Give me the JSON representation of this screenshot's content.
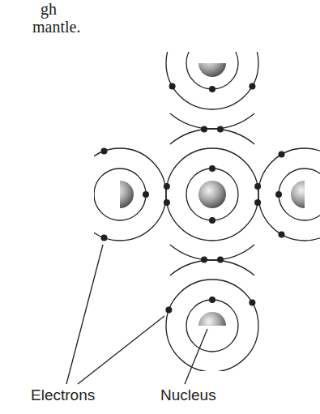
{
  "diagram": {
    "labels": [
      "gh",
      "mantle.",
      "Electrons",
      "Nucleus"
    ]
  }
}
